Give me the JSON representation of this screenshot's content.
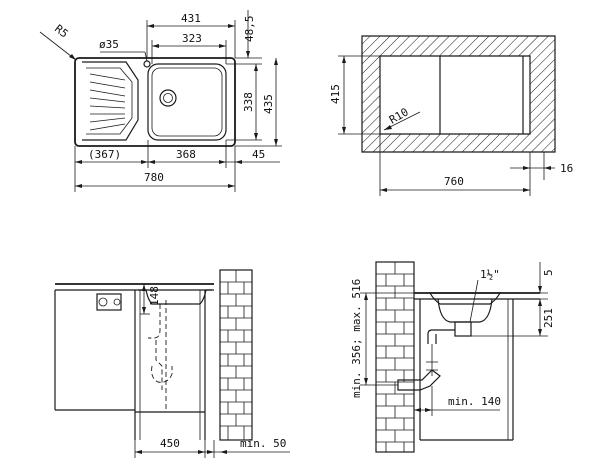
{
  "top_view": {
    "dims": {
      "w431": "431",
      "w323": "323",
      "h48_5": "48,5",
      "r5": "R5",
      "d35": "ø35",
      "h338": "338",
      "h435": "435",
      "w367": "(367)",
      "w368": "368",
      "w45": "45",
      "w780": "780"
    }
  },
  "cutout_view": {
    "dims": {
      "h415": "415",
      "r10": "R10",
      "w760": "760",
      "w16": "16"
    }
  },
  "front_section": {
    "dims": {
      "h148": "148",
      "w450": "450",
      "min50": "min. 50"
    }
  },
  "side_section": {
    "dims": {
      "frac": "1½\"",
      "h5": "5",
      "h251": "251",
      "range": "min. 356; max. 516",
      "min140": "min. 140"
    }
  }
}
